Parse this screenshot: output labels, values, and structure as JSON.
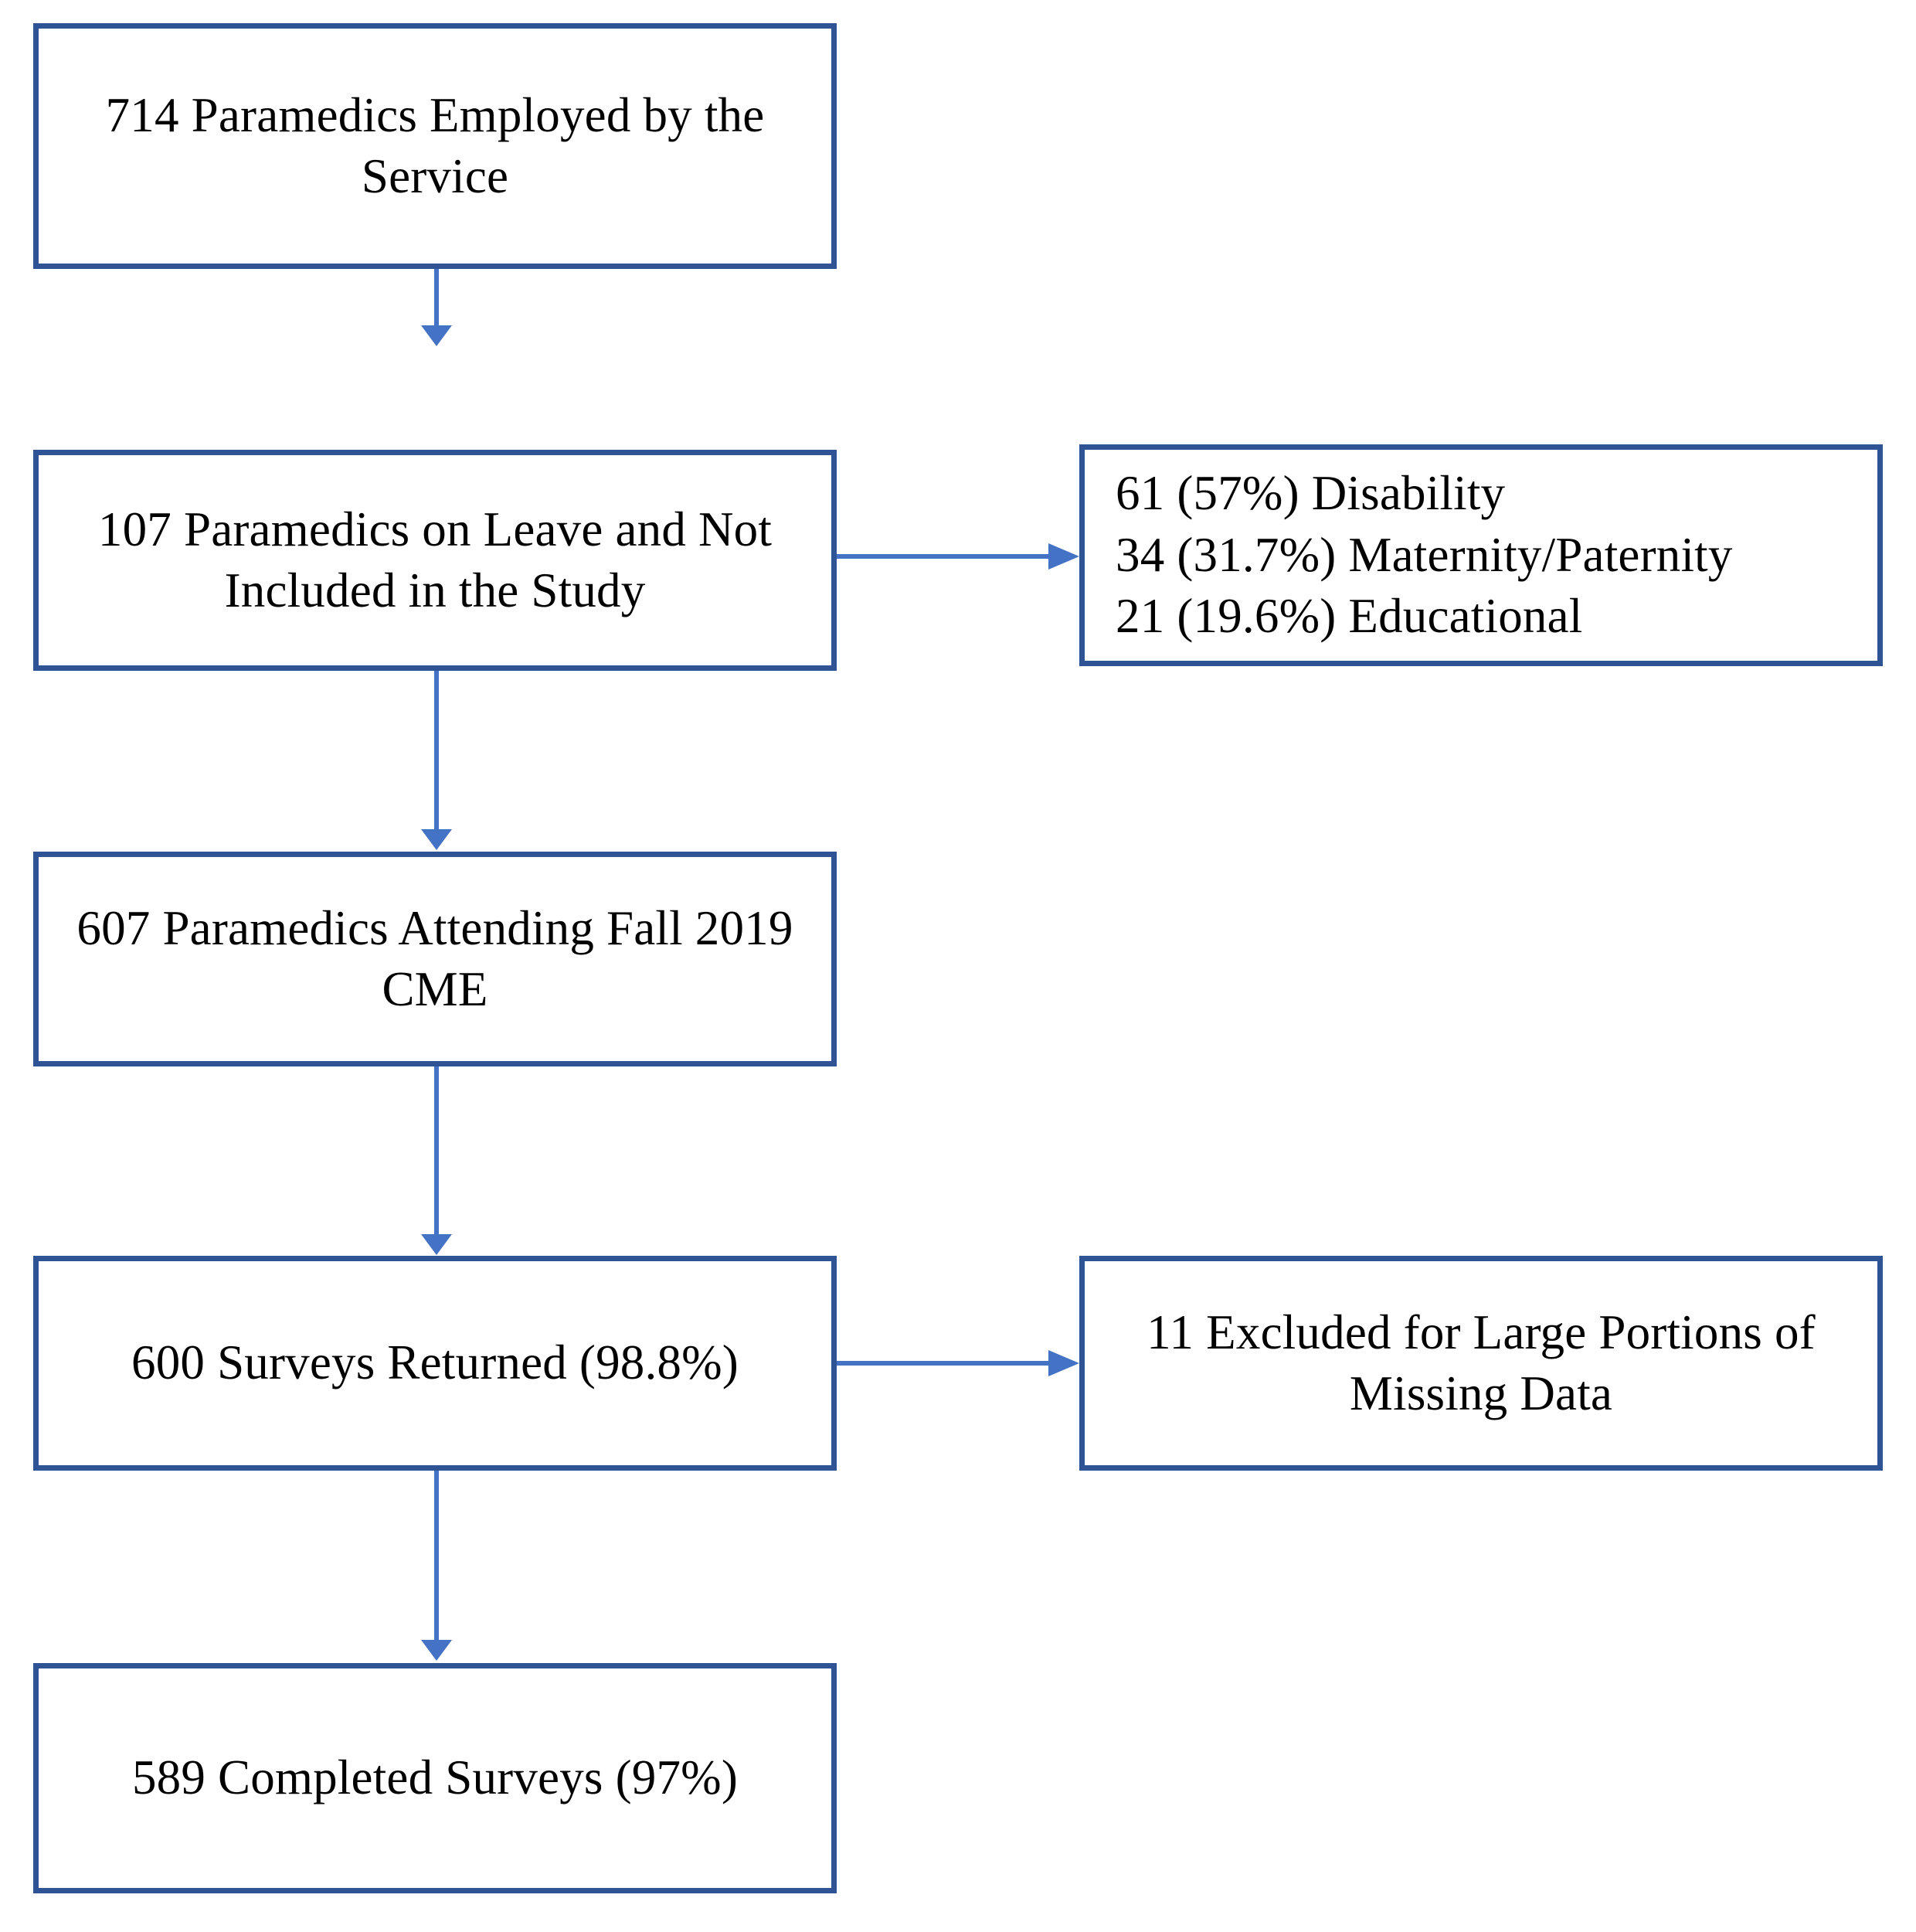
{
  "diagram": {
    "type": "flowchart",
    "title": "Study Participant Flow",
    "colors": {
      "box_border": "#2F5496",
      "connector": "#4472C4",
      "text": "#000000",
      "background": "#FFFFFF"
    },
    "nodes": [
      {
        "id": "employed",
        "name": "paramedics-employed-box",
        "lines": [
          "714 Paramedics Employed by the",
          "Service"
        ],
        "align": "center"
      },
      {
        "id": "on-leave",
        "name": "paramedics-on-leave-box",
        "lines": [
          "107 Paramedics on Leave and Not",
          "Included in the Study"
        ],
        "align": "center"
      },
      {
        "id": "leave-reasons",
        "name": "leave-reasons-box",
        "lines": [
          "61 (57%) Disability",
          "34 (31.7%) Maternity/Paternity",
          "21 (19.6%) Educational"
        ],
        "align": "left"
      },
      {
        "id": "attending-cme",
        "name": "paramedics-attending-cme-box",
        "lines": [
          "607 Paramedics Attending Fall 2019",
          "CME"
        ],
        "align": "center"
      },
      {
        "id": "surveys-returned",
        "name": "surveys-returned-box",
        "lines": [
          "600 Surveys Returned (98.8%)"
        ],
        "align": "center"
      },
      {
        "id": "excluded",
        "name": "excluded-missing-data-box",
        "lines": [
          "11 Excluded for Large Portions of",
          "Missing Data"
        ],
        "align": "center"
      },
      {
        "id": "completed",
        "name": "completed-surveys-box",
        "lines": [
          "589 Completed Surveys (97%)"
        ],
        "align": "center"
      }
    ],
    "connectors": [
      {
        "id": "employed-to-on-leave",
        "name": "arrow-employed-to-on-leave",
        "direction": "down"
      },
      {
        "id": "on-leave-to-reasons",
        "name": "arrow-on-leave-to-reasons",
        "direction": "right"
      },
      {
        "id": "on-leave-to-attending",
        "name": "arrow-on-leave-to-attending",
        "direction": "down"
      },
      {
        "id": "attending-to-returned",
        "name": "arrow-attending-to-returned",
        "direction": "down"
      },
      {
        "id": "returned-to-excluded",
        "name": "arrow-returned-to-excluded",
        "direction": "right"
      },
      {
        "id": "returned-to-completed",
        "name": "arrow-returned-to-completed",
        "direction": "down"
      }
    ]
  }
}
